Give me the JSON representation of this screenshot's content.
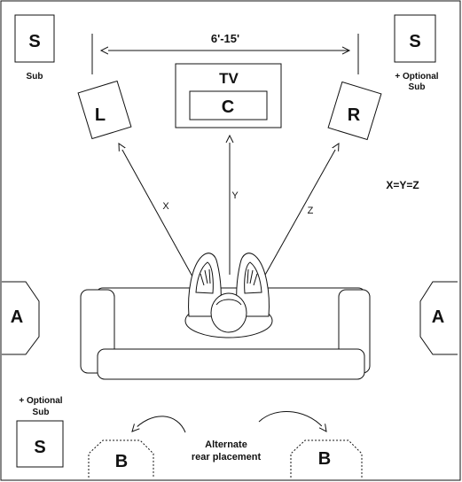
{
  "diagram": {
    "speakers": {
      "sub_left": "S",
      "sub_right": "S",
      "sub_bottom": "S",
      "left": "L",
      "right": "R",
      "center": "C",
      "surround_left": "A",
      "surround_right": "A",
      "rear_left": "B",
      "rear_right": "B"
    },
    "labels": {
      "sub_caption": "Sub",
      "optional_sub_right_line1": "+ Optional",
      "optional_sub_right_line2": "Sub",
      "optional_sub_left_line1": "+ Optional",
      "optional_sub_left_line2": "Sub",
      "tv": "TV",
      "width_dimension": "6'-15'",
      "distance_x": "X",
      "distance_y": "Y",
      "distance_z": "Z",
      "equation": "X=Y=Z",
      "alternate_line1": "Alternate",
      "alternate_line2": "rear placement"
    },
    "colors": {
      "stroke": "#111111",
      "background": "#ffffff"
    }
  }
}
